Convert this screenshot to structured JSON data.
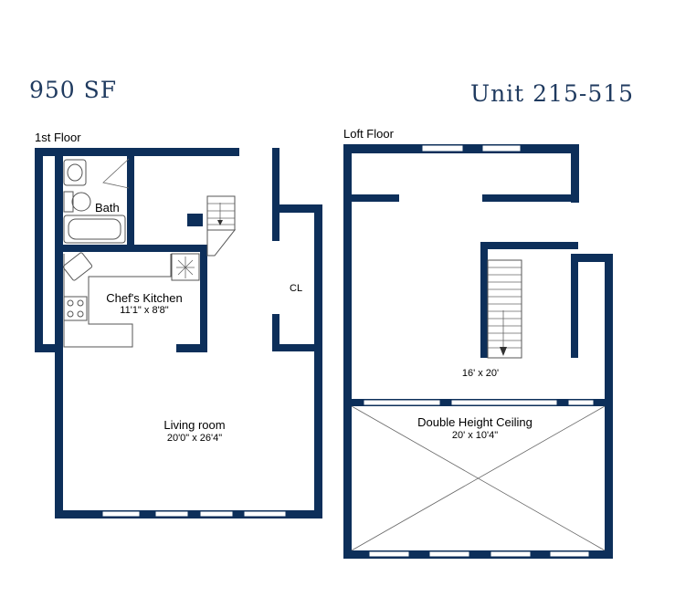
{
  "header": {
    "area": "950 SF",
    "unit": "Unit 215-515"
  },
  "first_floor": {
    "title": "1st Floor",
    "bath": "Bath",
    "kitchen_name": "Chef's Kitchen",
    "kitchen_dims": "11'1\" x 8'8\"",
    "closet": "CL",
    "living_name": "Living room",
    "living_dims": "20'0\" x 26'4\""
  },
  "loft_floor": {
    "title": "Loft Floor",
    "loft_dims": "16' x 20'",
    "ceiling_name": "Double Height Ceiling",
    "ceiling_dims": "20' x 10'4\""
  },
  "colors": {
    "wall": "#0d2f5a",
    "header_text": "#1f3a5f"
  }
}
